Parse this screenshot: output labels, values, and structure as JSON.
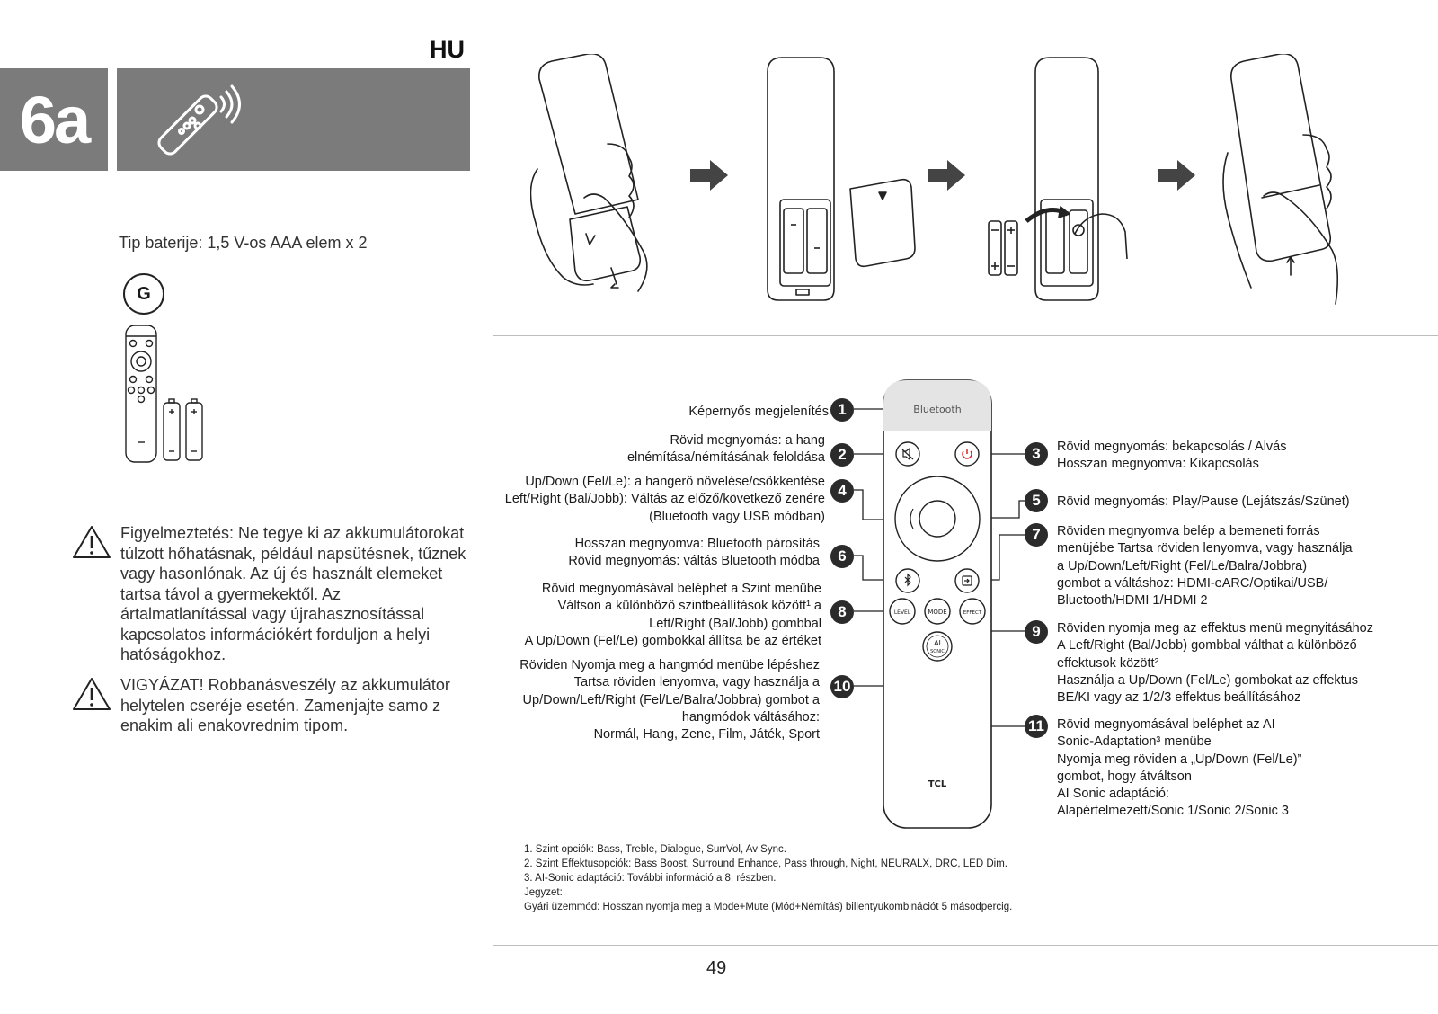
{
  "header": {
    "lang": "HU",
    "section": "6a"
  },
  "left": {
    "battery_type": "Tip baterije: 1,5 V-os AAA elem x 2",
    "g_label": "G",
    "warning1": "Figyelmeztetés: Ne tegye ki az akkumulátoro­kat túlzott hőhatásnak, például napsütésnek, tűznek vagy hasonlónak. Az új és használt elemeket tartsa távol a gyermekektől. Az ártalmatlanítással vagy újrahasznosítással kapcsolatos információkért forduljon a helyi hatóságokhoz.",
    "warning2": "VIGYÁZAT! Robbanásveszély az akkumulátor helytelen cseréje esetén. Zamenjajte samo z enakim ali enakovrednim tipom."
  },
  "remote": {
    "screen_text": "Bluetooth",
    "level_label": "LEVEL",
    "mode_label": "MODE",
    "effect_label": "EFFECT",
    "ai_label": "AI",
    "sonic_label": "SONIC",
    "brand": "TCL"
  },
  "labels": [
    {
      "n": "1",
      "lines": [
        "Képernyős megjelenítés"
      ]
    },
    {
      "n": "2",
      "lines": [
        "Rövid megnyomás: a hang",
        "elnémítása/némításának feloldása"
      ]
    },
    {
      "n": "3",
      "lines": [
        "Rövid megnyomás: bekapcsolás / Alvás",
        "Hosszan megnyomva: Kikapcsolás"
      ]
    },
    {
      "n": "4",
      "lines": [
        "Up/Down (Fel/Le): a hangerő növelése/csökkentése",
        "Left/Right (Bal/Jobb): Váltás az előző/következő zenére",
        "(Bluetooth vagy USB módban)"
      ]
    },
    {
      "n": "5",
      "lines": [
        "Rövid megnyomás: Play/Pause (Lejátszás/Szünet)"
      ]
    },
    {
      "n": "6",
      "lines": [
        "Hosszan megnyomva: Bluetooth párosítás",
        "Rövid megnyomás: váltás Bluetooth módba"
      ]
    },
    {
      "n": "7",
      "lines": [
        "Röviden megnyomva belép a bemeneti forrás",
        "menüjébe Tartsa röviden lenyomva, vagy használja",
        "a Up/Down/Left/Right (Fel/Le/Balra/Jobbra)",
        "gombot a váltáshoz: HDMI-eARC/Optikai/USB/",
        "Bluetooth/HDMI 1/HDMI 2"
      ]
    },
    {
      "n": "8",
      "lines": [
        "Rövid megnyomásával beléphet a Szint menübe",
        "Váltson a különböző szintbeállítások között¹ a",
        "Left/Right (Bal/Jobb) gombbal",
        "A Up/Down (Fel/Le) gombokkal állítsa be az értéket"
      ]
    },
    {
      "n": "9",
      "lines": [
        "Röviden nyomja meg az effektus menü megnyitásához",
        "A Left/Right (Bal/Jobb) gombbal válthat a különböző",
        "effektusok között²",
        "Használja a Up/Down (Fel/Le) gombokat az effektus",
        "BE/KI vagy az 1/2/3 effektus beállításához"
      ]
    },
    {
      "n": "10",
      "lines": [
        "Röviden Nyomja meg a hangmód menübe lépéshez",
        "Tartsa röviden lenyomva, vagy használja a",
        "Up/Down/Left/Right (Fel/Le/Balra/Jobbra) gombot a",
        "hangmódok váltásához:",
        "Normál, Hang, Zene, Film, Játék, Sport"
      ]
    },
    {
      "n": "11",
      "lines": [
        "Rövid megnyomásával beléphet az AI",
        "Sonic-Adaptation³ menübe",
        "Nyomja meg röviden a „Up/Down (Fel/Le)”",
        "gombot, hogy átváltson",
        "AI Sonic adaptáció:",
        "Alapértelmezett/Sonic 1/Sonic 2/Sonic 3"
      ]
    }
  ],
  "footnotes": [
    "1. Szint opciók: Bass, Treble, Dialogue, SurrVol, Av Sync.",
    "2. Szint Effektusopciók: Bass Boost, Surround Enhance, Pass through, Night, NEURALX, DRC, LED Dim.",
    "3. AI-Sonic adaptáció: További információ a 8. részben.",
    "Jegyzet:",
    "Gyári üzemmód: Hosszan nyomja meg a Mode+Mute (Mód+Némítás) billentyukombinációt 5 másodpercig."
  ],
  "page_number": "49"
}
